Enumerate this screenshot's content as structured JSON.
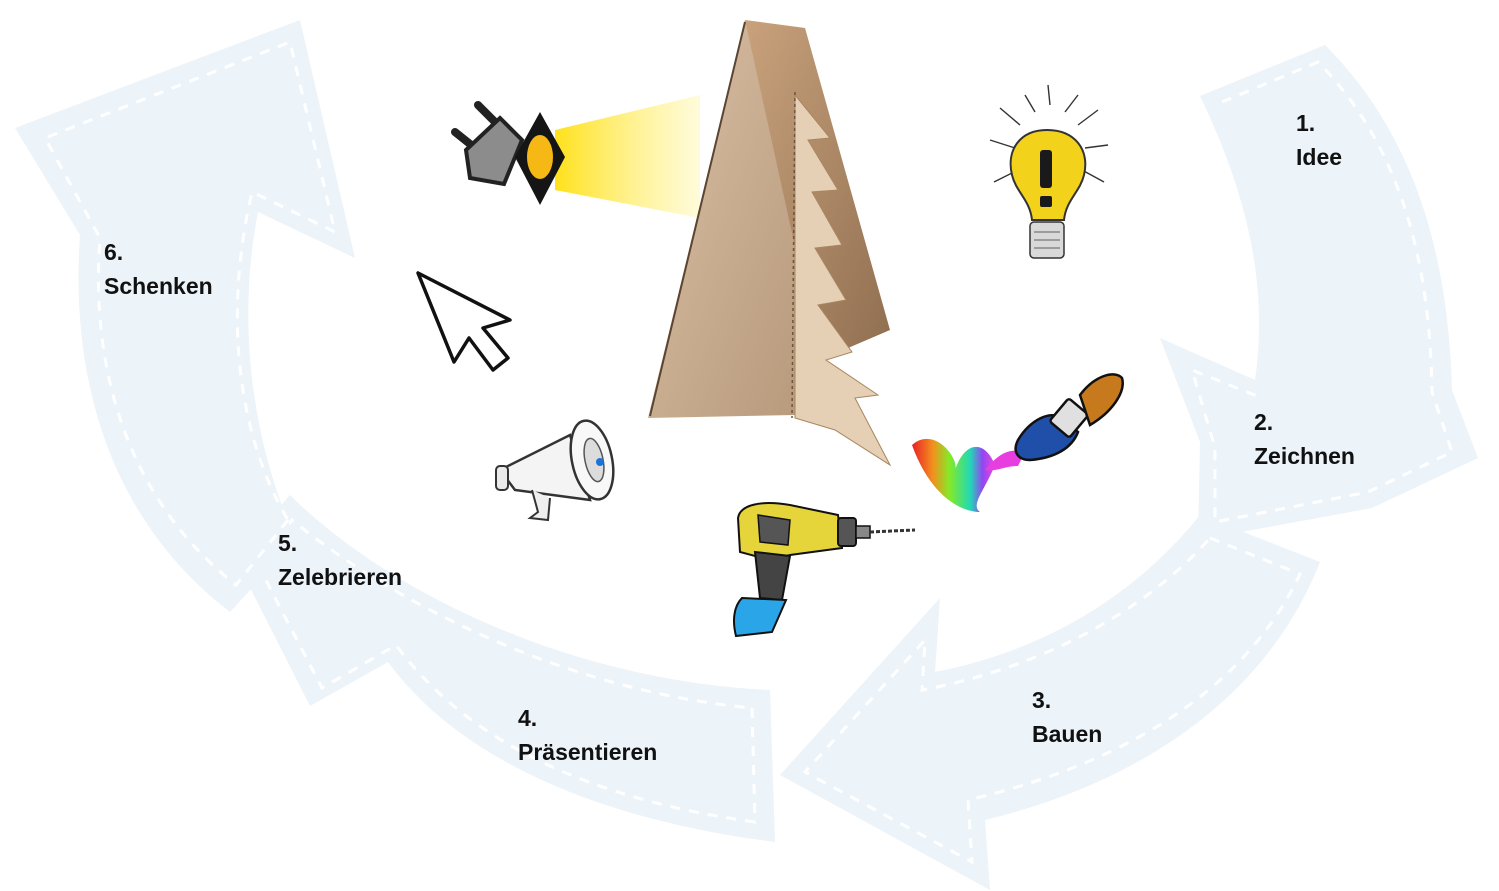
{
  "colors": {
    "arrow_fill": "#ecf3f9",
    "arrow_dash": "#ffffff",
    "text": "#111111",
    "bulb": "#f2d21b",
    "spotlight_beam": "#ffe11a",
    "drill_body": "#e5d43a",
    "drill_grip": "#2aa6e8",
    "brush_handle": "#1f4fa8",
    "brush_tip": "#c77a1d",
    "wood": "#d8b896"
  },
  "icons": [
    "spotlight-icon",
    "cursor-icon",
    "megaphone-icon",
    "lightbulb-icon",
    "paintbrush-icon",
    "drill-icon",
    "wooden-tree-image"
  ],
  "cycle": {
    "steps": [
      {
        "number": "1.",
        "label": "Idee"
      },
      {
        "number": "2.",
        "label": "Zeichnen"
      },
      {
        "number": "3.",
        "label": "Bauen"
      },
      {
        "number": "4.",
        "label": "Präsentieren"
      },
      {
        "number": "5.",
        "label": "Zelebrieren"
      },
      {
        "number": "6.",
        "label": "Schenken"
      }
    ]
  }
}
